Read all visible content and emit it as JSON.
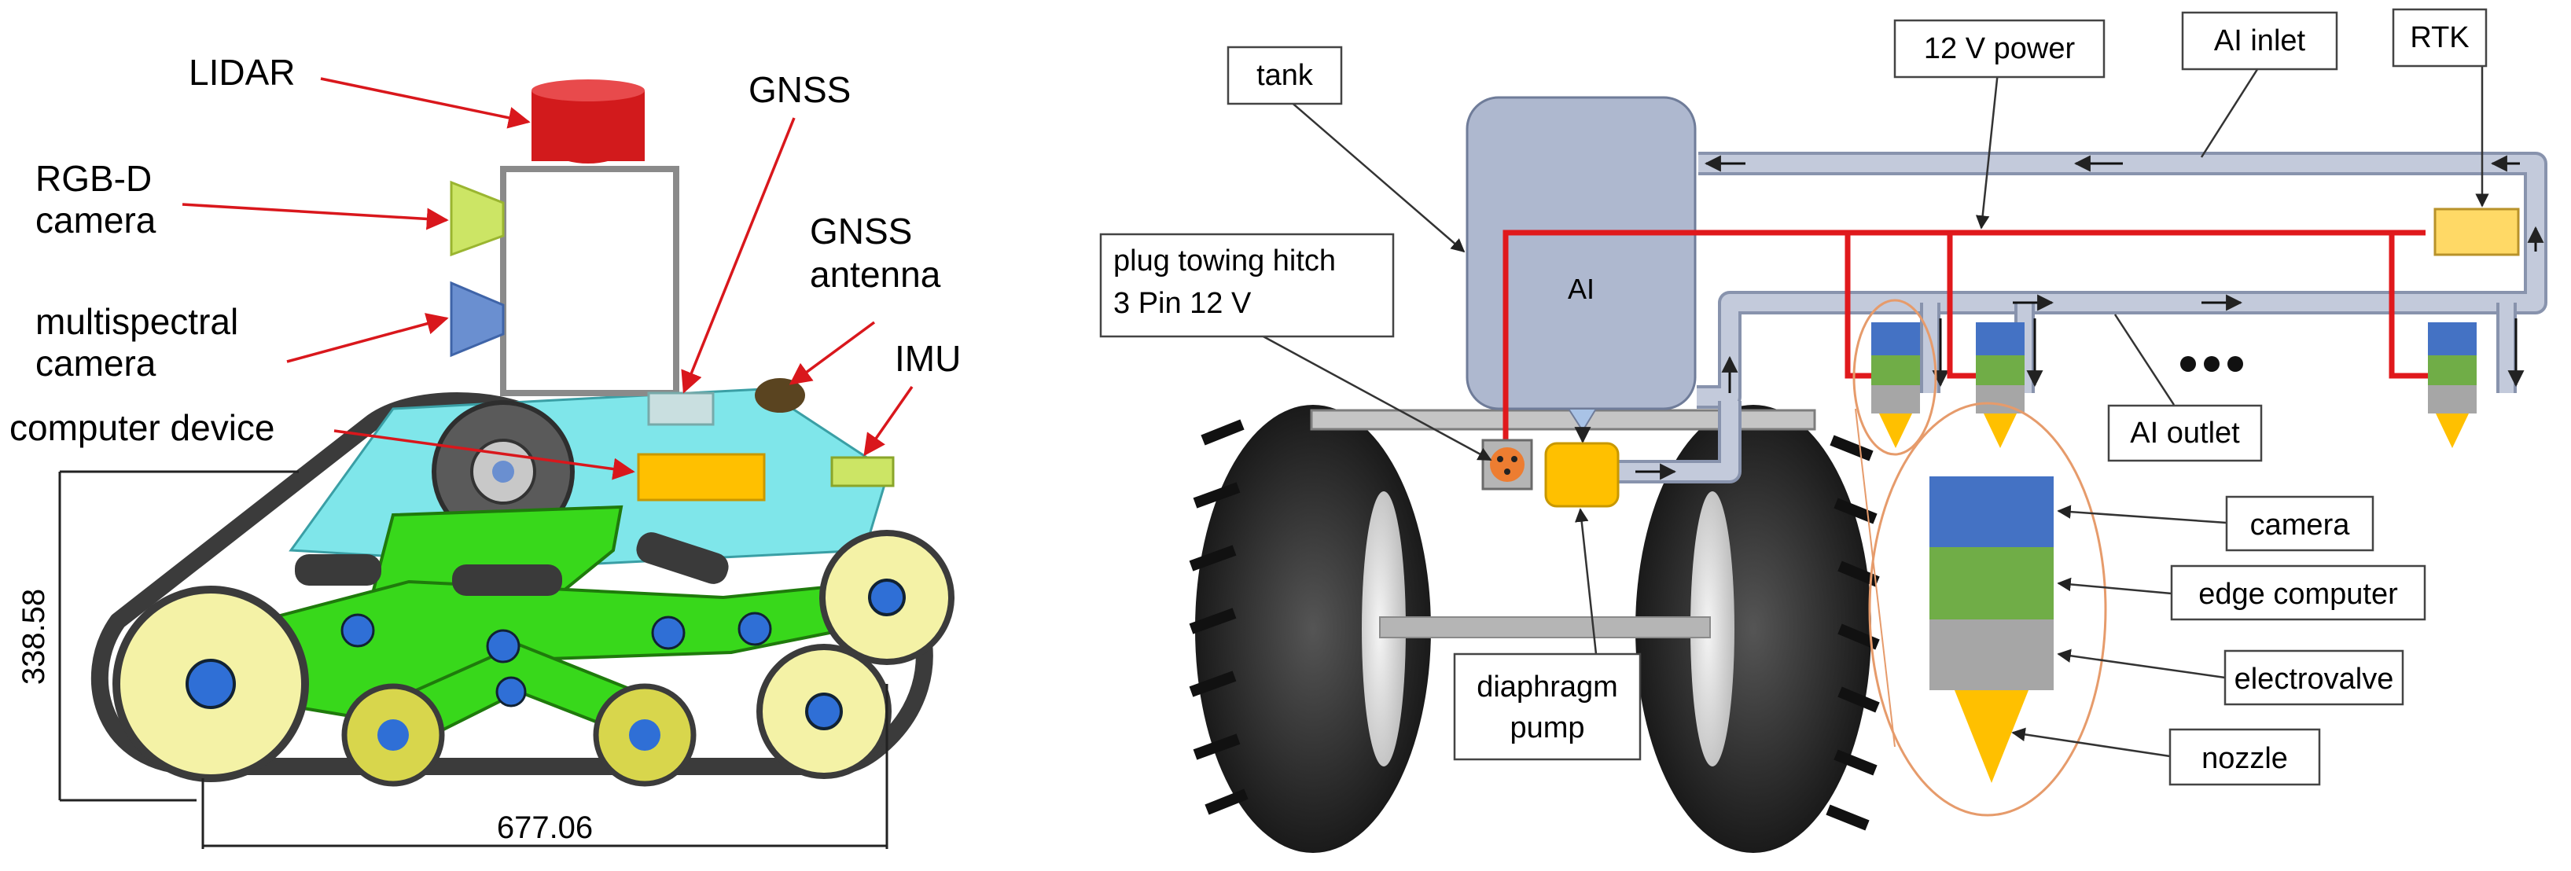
{
  "colors": {
    "red_arrow": "#d9171c",
    "black_line": "#222222",
    "pipe": "#aab3c8",
    "pipe_edge": "#8893ad",
    "power_line": "#e0191c",
    "tank": "#aeb8cf",
    "chassis": "#7fe6ea",
    "green_frame": "#38d81b",
    "wheel_yellow": "#f4f2a6",
    "track": "#3b3b3b",
    "lidar": "#d21a1c",
    "rgbd": "#cce565",
    "multispectral": "#6a8fd0",
    "yellow_box": "#ffc000",
    "rtk": "#ffd966",
    "camera_blue": "#4472c4",
    "edge_green": "#70ad47",
    "valve_gray": "#a6a6a6",
    "nozzle_yellow": "#ffc000",
    "ellipse": "#e69b6b"
  },
  "icons": [
    "tracked-robot-drawing",
    "tractor-wheel-icon",
    "nozzle-icon",
    "ellipsis-icon"
  ],
  "left_panel": {
    "labels": {
      "lidar": "LIDAR",
      "rgbd_line1": "RGB-D",
      "rgbd_line2": "camera",
      "multispectral_line1": "multispectral",
      "multispectral_line2": "camera",
      "computer": "computer device",
      "gnss": "GNSS",
      "gnss_antenna_line1": "GNSS",
      "gnss_antenna_line2": "antenna",
      "imu": "IMU"
    },
    "dimensions": {
      "height": "338.58",
      "length": "677.06"
    }
  },
  "right_panel": {
    "labels": {
      "tank": "tank",
      "power": "12 V power",
      "ai_inlet": "AI inlet",
      "rtk": "RTK",
      "plug_line1": "plug towing hitch",
      "plug_line2": "3 Pin 12 V",
      "ai_tank": "AI",
      "ai_outlet": "AI outlet",
      "pump_line1": "diaphragm",
      "pump_line2": "pump",
      "camera": "camera",
      "edge_computer": "edge computer",
      "electrovalve": "electrovalve",
      "nozzle": "nozzle"
    }
  }
}
